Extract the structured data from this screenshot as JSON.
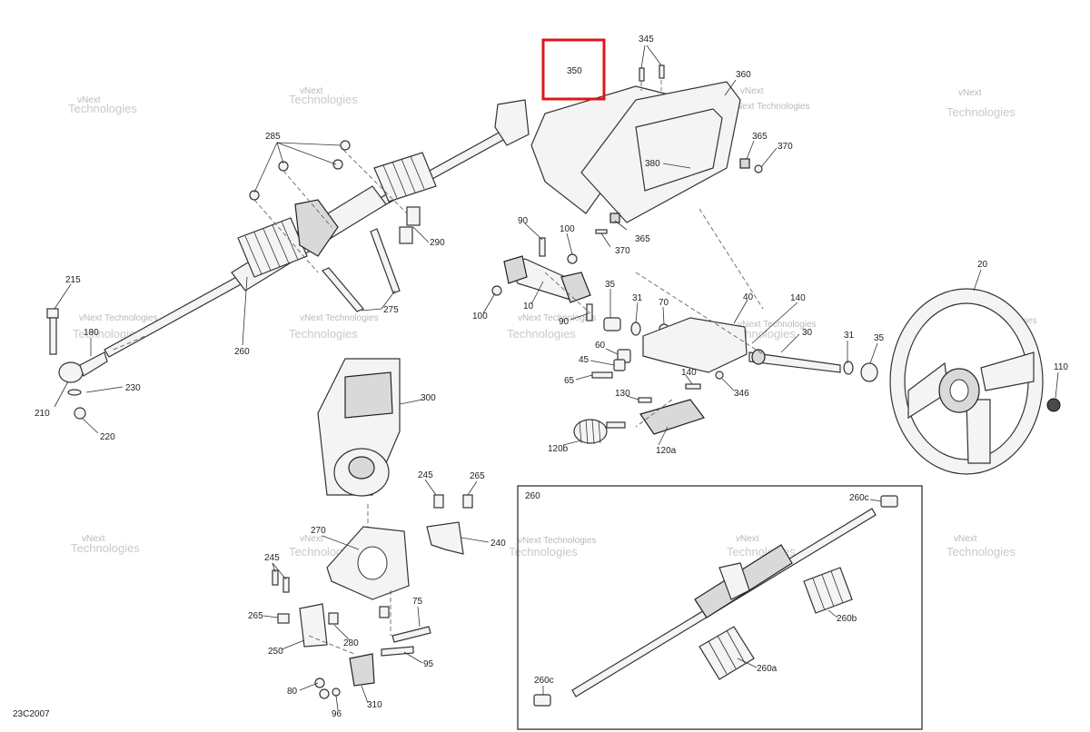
{
  "diagram": {
    "code": "23C2007",
    "watermark_line1": "vNext",
    "watermark_line2": "Technologies",
    "watermark_full": "vNext Technologies",
    "highlight_color": "#e0151b",
    "inset_title": "260"
  },
  "labels": {
    "l345": "345",
    "l350": "350",
    "l360": "360",
    "l365a": "365",
    "l370a": "370",
    "l380": "380",
    "l365b": "365",
    "l370b": "370",
    "l285": "285",
    "l290": "290",
    "l275": "275",
    "l215": "215",
    "l180": "180",
    "l230": "230",
    "l210": "210",
    "l220": "220",
    "l260": "260",
    "l90a": "90",
    "l100a": "100",
    "l10": "10",
    "l100b": "100",
    "l90b": "90",
    "l35a": "35",
    "l31a": "31",
    "l70": "70",
    "l40": "40",
    "l140a": "140",
    "l30": "30",
    "l60": "60",
    "l45": "45",
    "l65": "65",
    "l140b": "140",
    "l346": "346",
    "l130": "130",
    "l120b": "120b",
    "l120a": "120a",
    "l31b": "31",
    "l35b": "35",
    "l20": "20",
    "l110": "110",
    "l300": "300",
    "l245a": "245",
    "l265a": "265",
    "l270": "270",
    "l240": "240",
    "l245b": "245",
    "l265b": "265",
    "l250": "250",
    "l280": "280",
    "l75": "75",
    "l95": "95",
    "l80": "80",
    "l96": "96",
    "l310": "310",
    "l260c_top": "260c",
    "l260b": "260b",
    "l260a": "260a",
    "l260c_bot": "260c"
  }
}
